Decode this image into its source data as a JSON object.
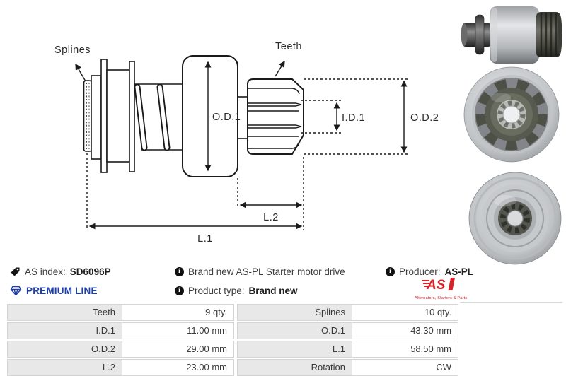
{
  "header": {
    "as_index_label": "AS index:",
    "as_index_value": "SD6096P",
    "premium_line_label": "PREMIUM LINE",
    "description": "Brand new AS-PL Starter motor drive",
    "product_type_label": "Product type:",
    "product_type_value": "Brand new",
    "producer_label": "Producer:",
    "producer_value": "AS-PL",
    "info_icon_glyph": "i"
  },
  "brand": {
    "logo_text": "AS",
    "logo_tagline": "Alternators, Starters & Parts"
  },
  "diagram": {
    "splines_label": "Splines",
    "teeth_label": "Teeth",
    "od1_label": "O.D.1",
    "id1_label": "I.D.1",
    "od2_label": "O.D.2",
    "l2_label": "L.2",
    "l1_label": "L.1"
  },
  "photos": {
    "side_view": "starter-drive-side-view",
    "front_view": "starter-drive-pinion-front-view",
    "rear_view": "starter-drive-rear-view"
  },
  "spec_table": {
    "left_rows": [
      {
        "label": "Teeth",
        "value": "9 qty."
      },
      {
        "label": "I.D.1",
        "value": "11.00 mm"
      },
      {
        "label": "O.D.2",
        "value": "29.00 mm"
      },
      {
        "label": "L.2",
        "value": "23.00 mm"
      }
    ],
    "right_rows": [
      {
        "label": "Splines",
        "value": "10 qty."
      },
      {
        "label": "O.D.1",
        "value": "43.30 mm"
      },
      {
        "label": "L.1",
        "value": "58.50 mm"
      },
      {
        "label": "Rotation",
        "value": "CW"
      }
    ]
  },
  "colors": {
    "premium_blue": "#1d3fae",
    "brand_red": "#d8232a",
    "drawing_line": "#1a1a1a",
    "table_label_bg": "#e8e8e8",
    "table_border": "#d5d5d5"
  }
}
